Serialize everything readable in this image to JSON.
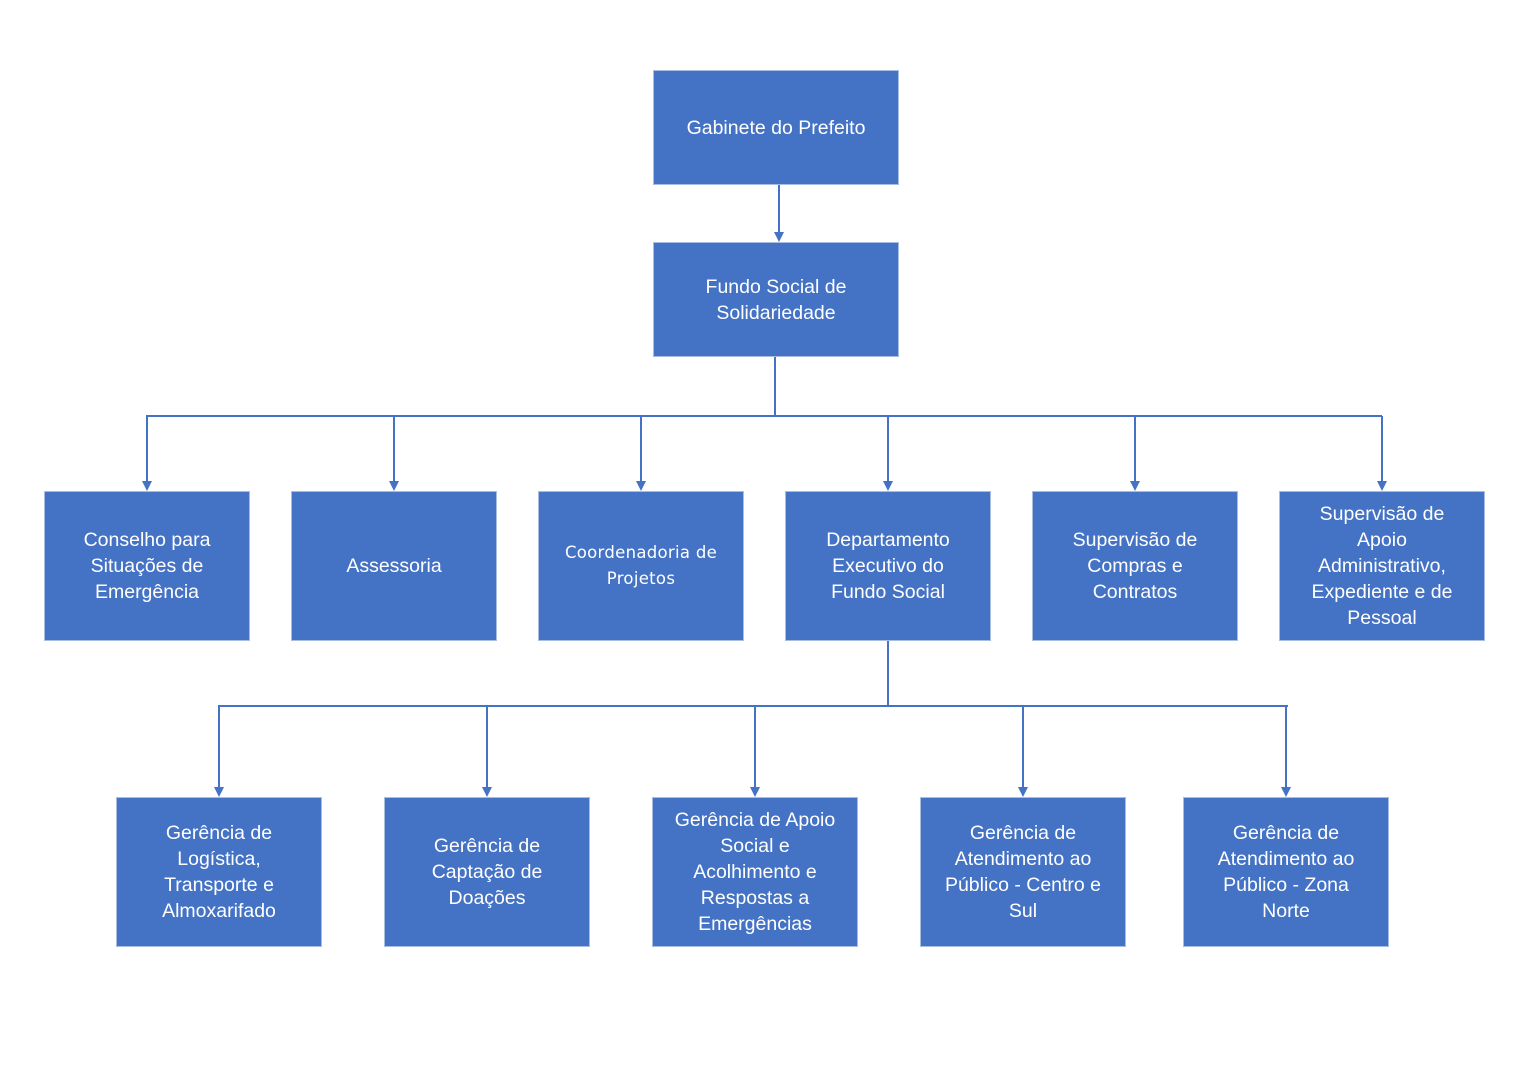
{
  "colors": {
    "box_fill": "#4472c4",
    "box_border": "#a9bde0",
    "connector": "#4472c4",
    "text": "#ffffff"
  },
  "org": {
    "top": "Gabinete do Prefeito",
    "fundo": "Fundo Social de\nSolidariedade",
    "level2": [
      "Conselho para\nSituações de\nEmergência",
      "Assessoria",
      "Coordenadoria de\nProjetos",
      "Departamento\nExecutivo do\nFundo Social",
      "Supervisão de\nCompras e\nContratos",
      "Supervisão de\nApoio\nAdministrativo,\nExpediente e de\nPessoal"
    ],
    "level3": [
      "Gerência de\nLogística,\nTransporte e\nAlmoxarifado",
      "Gerência de\nCaptação de\nDoações",
      "Gerência de Apoio\nSocial e\nAcolhimento e\nRespostas a\nEmergências",
      "Gerência de\nAtendimento ao\nPúblico - Centro e\nSul",
      "Gerência de\nAtendimento ao\nPúblico - Zona\nNorte"
    ]
  }
}
